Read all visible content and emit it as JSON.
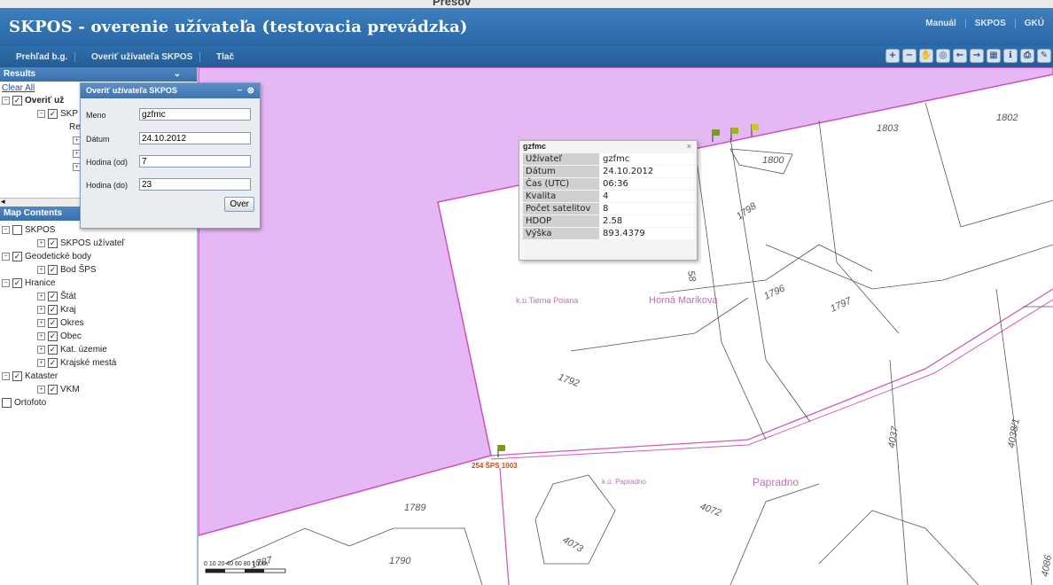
{
  "top_city": "Prešov",
  "header": {
    "title": "SKPOS - overenie užívateľa (testovacia prevádzka)",
    "links": [
      "Manuál",
      "SKPOS",
      "GKÚ"
    ]
  },
  "tabs": [
    "Prehľad b.g.",
    "Overiť užívateľa SKPOS",
    "Tlač"
  ],
  "results": {
    "header": "Results",
    "clear_all": "Clear All",
    "tree": [
      {
        "label": "Overiť už"
      },
      {
        "label": "SKP"
      },
      {
        "label": "Rec"
      }
    ]
  },
  "map_contents": {
    "header": "Map Contents",
    "items": [
      {
        "label": "SKPOS",
        "checked": false,
        "level": 0
      },
      {
        "label": "SKPOS užívateľ",
        "checked": true,
        "level": 1
      },
      {
        "label": "Geodetické body",
        "checked": true,
        "level": 0
      },
      {
        "label": "Bod ŠPS",
        "checked": true,
        "level": 1
      },
      {
        "label": "Hranice",
        "checked": true,
        "level": 0
      },
      {
        "label": "Štát",
        "checked": true,
        "level": 1
      },
      {
        "label": "Kraj",
        "checked": true,
        "level": 1
      },
      {
        "label": "Okres",
        "checked": true,
        "level": 1
      },
      {
        "label": "Obec",
        "checked": true,
        "level": 1
      },
      {
        "label": "Kat. územie",
        "checked": true,
        "level": 1
      },
      {
        "label": "Krajské mestá",
        "checked": true,
        "level": 1
      },
      {
        "label": "Kataster",
        "checked": true,
        "level": 0
      },
      {
        "label": "VKM",
        "checked": true,
        "level": 1
      },
      {
        "label": "Ortofoto",
        "checked": false,
        "level": 0
      }
    ]
  },
  "dialog": {
    "title": "Overiť užívateľa SKPOS",
    "fields": [
      {
        "label": "Meno",
        "value": "gzfmc"
      },
      {
        "label": "Dátum",
        "value": "24.10.2012"
      },
      {
        "label": "Hodina (od)",
        "value": "7"
      },
      {
        "label": "Hodina (do)",
        "value": "23"
      }
    ],
    "button": "Over"
  },
  "popup": {
    "title": "gzfmc",
    "rows": [
      {
        "key": "Užívateľ",
        "value": "gzfmc"
      },
      {
        "key": "Dátum",
        "value": "24.10.2012"
      },
      {
        "key": "Čas (UTC)",
        "value": "06:36"
      },
      {
        "key": "Kvalita",
        "value": "4"
      },
      {
        "key": "Počet satelitov",
        "value": "8"
      },
      {
        "key": "HDOP",
        "value": "2.58"
      },
      {
        "key": "Výška",
        "value": "893.4379"
      }
    ]
  },
  "map_labels": {
    "parcels": [
      "1803",
      "1802",
      "1800",
      "1798",
      "1796",
      "1797",
      "1792",
      "1789",
      "1790",
      "1787",
      "4072",
      "4073",
      "4037",
      "4038/1",
      "4086",
      "58"
    ],
    "places": [
      "k.ú.Tierna Poiana",
      "Horná Mariková",
      "k.ú. Papradno",
      "Papradno"
    ],
    "point": "254 ŠPS 1003",
    "scale": "0 10 20 40 60 80 100m"
  },
  "colors": {
    "header": "#2f6dab",
    "region_fill": "#e5b8f5",
    "boundary": "#d153c2"
  }
}
